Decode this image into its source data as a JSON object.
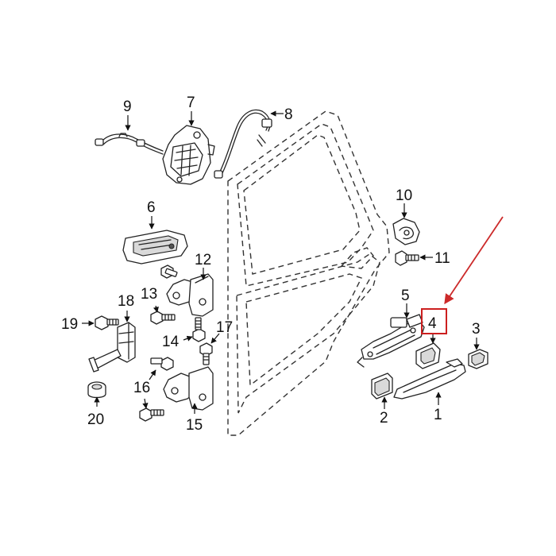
{
  "callouts": {
    "c1": "1",
    "c2": "2",
    "c3": "3",
    "c4": "4",
    "c5": "5",
    "c6": "6",
    "c7": "7",
    "c8": "8",
    "c9": "9",
    "c10": "10",
    "c11": "11",
    "c12": "12",
    "c13": "13",
    "c14": "14",
    "c15": "15",
    "c16": "16",
    "c17": "17",
    "c18": "18",
    "c19": "19",
    "c20": "20"
  },
  "highlight": {
    "target_callout": "4",
    "box_color": "#cc1f1f",
    "arrow_color": "#cc2a2a"
  },
  "colors": {
    "line": "#222222",
    "label": "#111111",
    "background": "#ffffff"
  }
}
